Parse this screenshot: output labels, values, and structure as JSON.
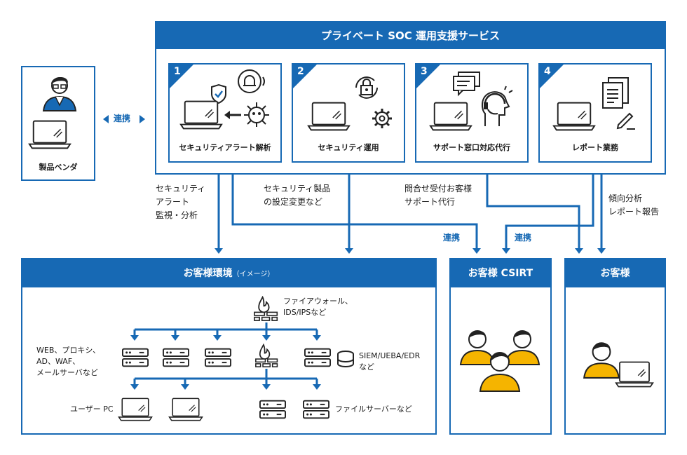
{
  "service": {
    "title": "プライベート SOC 運用支援サービス",
    "cards": [
      {
        "num": "1",
        "label": "セキュリティアラート解析"
      },
      {
        "num": "2",
        "label": "セキュリティ運用"
      },
      {
        "num": "3",
        "label": "サポート窓口対応代行"
      },
      {
        "num": "4",
        "label": "レポート業務"
      }
    ]
  },
  "vendor": {
    "label": "製品ベンダ",
    "link": "連携"
  },
  "flows": {
    "monitor": [
      "セキュリティ",
      "アラート",
      "監視・分析"
    ],
    "settings": [
      "セキュリティ製品",
      "の設定変更など"
    ],
    "support": [
      "問合せ受付お客様",
      "サポート代行"
    ],
    "report": [
      "傾向分析",
      "レポート報告"
    ],
    "link1": "連携",
    "link2": "連携"
  },
  "environment": {
    "title": "お客様環境",
    "title_note": "（イメージ）",
    "firewall": [
      "ファイアウォール、",
      "IDS/IPSなど"
    ],
    "servers_label": [
      "WEB、プロキシ、",
      "AD、WAF、",
      "メールサーバなど"
    ],
    "siem_label": [
      "SIEM/UEBA/EDR",
      "など"
    ],
    "pc_label": "ユーザー PC",
    "file_label": "ファイルサーバーなど"
  },
  "csirt": {
    "title": "お客様 CSIRT"
  },
  "customer": {
    "title": "お客様"
  },
  "colors": {
    "brand": "#1769b4",
    "accent": "#f5b400"
  }
}
